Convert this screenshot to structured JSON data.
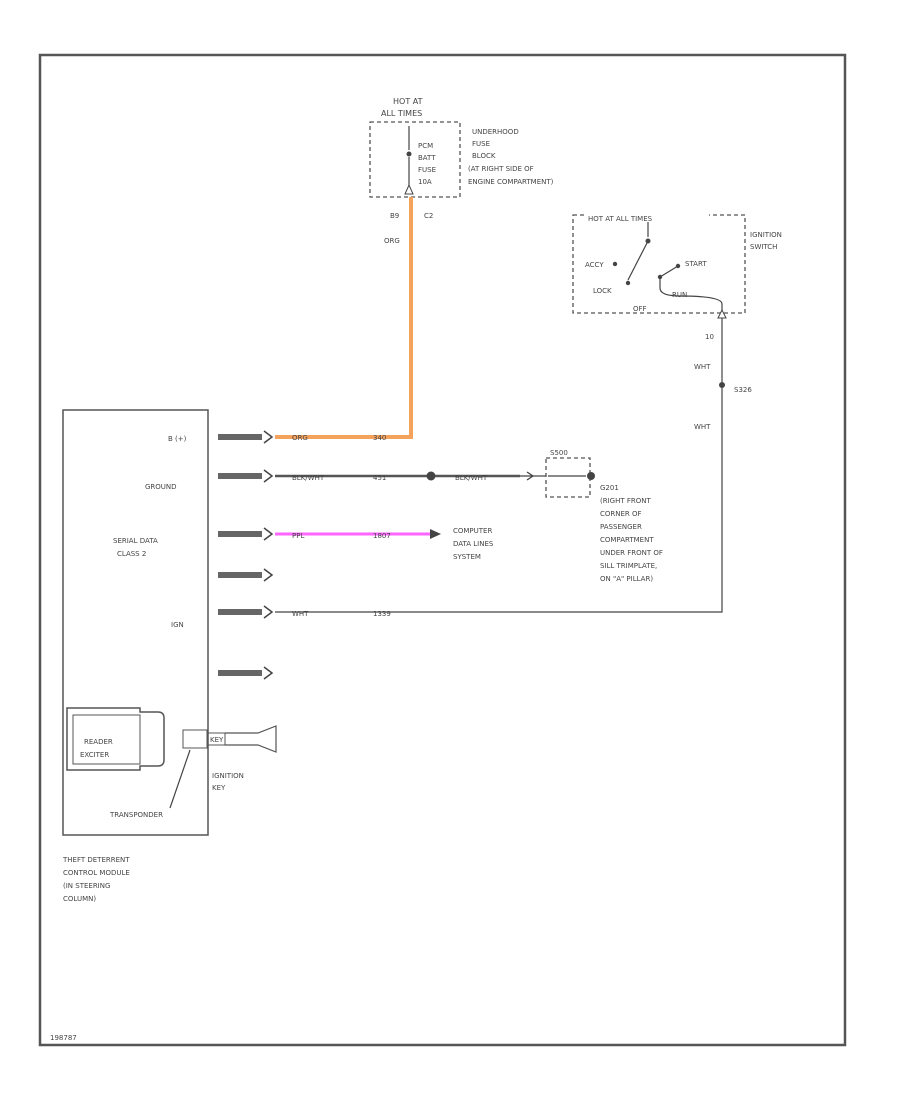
{
  "colors": {
    "orange_wire": "#f5a25d",
    "pink_wire": "#ff66ff",
    "line": "#444444",
    "frame": "#555555"
  },
  "fuse": {
    "hot_label": [
      "HOT AT",
      "ALL TIMES"
    ],
    "fuse_name": [
      "PCM",
      "BATT",
      "FUSE",
      "10A"
    ],
    "location": [
      "UNDERHOOD",
      "FUSE",
      "BLOCK",
      "(AT RIGHT SIDE OF",
      "ENGINE COMPARTMENT)"
    ],
    "pin_left": "B9",
    "pin_right": "C2",
    "wire_color": "ORG"
  },
  "ignition_switch": {
    "hot_label": "HOT AT ALL TIMES",
    "title": [
      "IGNITION",
      "SWITCH"
    ],
    "positions": {
      "acc": "ACCY",
      "lock": "LOCK",
      "off": "OFF",
      "run": "RUN",
      "start": "START"
    },
    "pin": "10",
    "wire_top": "WHT",
    "wire_bottom": "WHT",
    "splice": "S326"
  },
  "module": {
    "pins": {
      "b_plus": "B (+)",
      "ground": "GROUND",
      "serial_data": [
        "SERIAL DATA",
        "CLASS 2"
      ],
      "ign": "IGN"
    },
    "reader": [
      "READER",
      "EXCITER"
    ],
    "transponder": "TRANSPONDER",
    "key_code": "KEY",
    "key_label": [
      "IGNITION",
      "KEY"
    ],
    "caption": [
      "THEFT DETERRENT",
      "CONTROL MODULE",
      "(IN STEERING",
      "COLUMN)"
    ]
  },
  "wires": {
    "bplus": {
      "color": "ORG",
      "circuit": "340"
    },
    "ground": {
      "color": "BLK/WHT",
      "circuit": "451",
      "after_splice": "BLK/WHT"
    },
    "serial": {
      "color": "PPL",
      "circuit": "1807"
    },
    "ign": {
      "color": "WHT",
      "circuit": "1339"
    }
  },
  "ground_point": {
    "splice_label": "S500",
    "id": "G201",
    "location": [
      "(RIGHT FRONT",
      "CORNER OF",
      "PASSENGER",
      "COMPARTMENT",
      "UNDER FRONT OF",
      "SILL TRIMPLATE,",
      "ON \"A\" PILLAR)"
    ]
  },
  "data_lines": [
    "COMPUTER",
    "DATA LINES",
    "SYSTEM"
  ],
  "page_code": "198787"
}
